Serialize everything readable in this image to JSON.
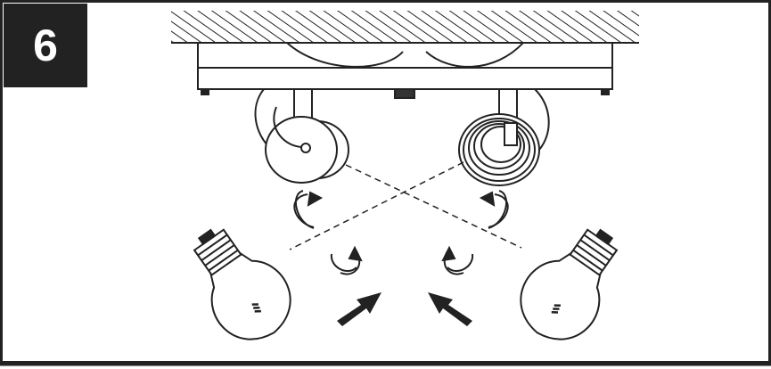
{
  "step": {
    "number": "6"
  },
  "colors": {
    "ink": "#222222",
    "paper": "#ffffff"
  },
  "diagram": {
    "parts": [
      "ceiling",
      "mounting-plate",
      "socket-left",
      "socket-right",
      "bulb-left",
      "bulb-right",
      "rotation-arrows",
      "push-arrows",
      "alignment-lines"
    ]
  }
}
